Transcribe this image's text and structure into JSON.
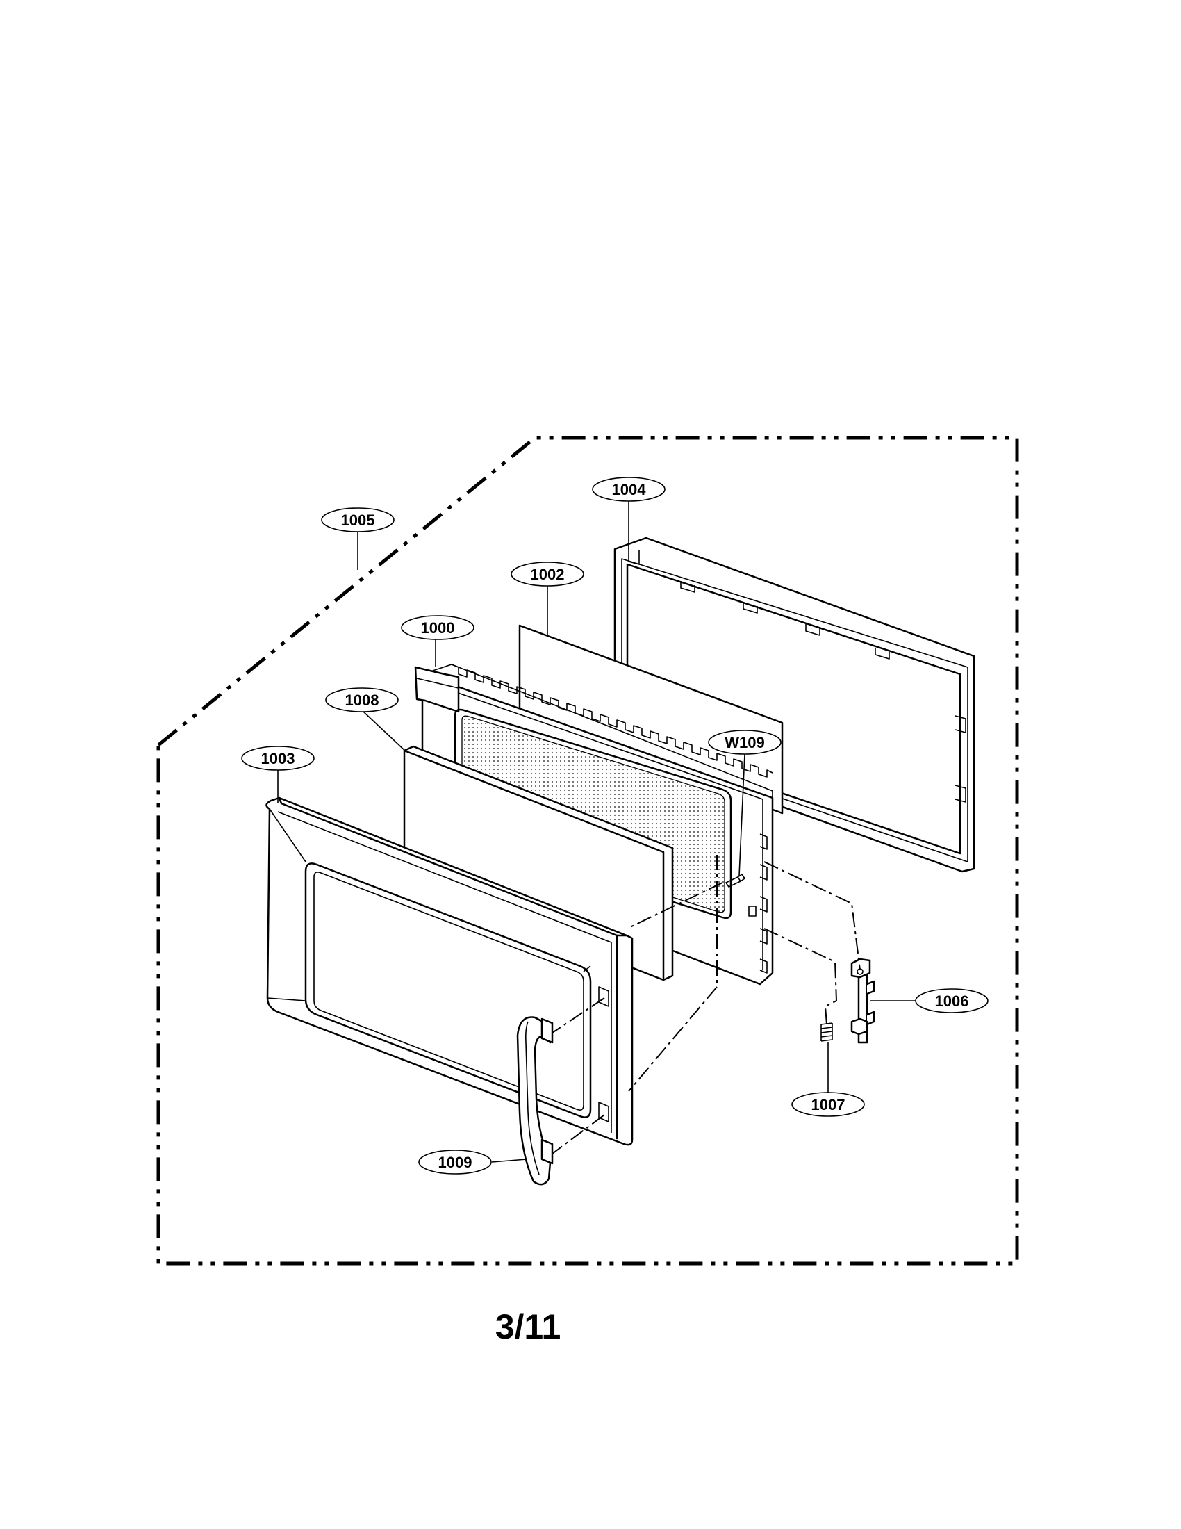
{
  "labels": {
    "p1000": "1000",
    "p1002": "1002",
    "p1003": "1003",
    "p1004": "1004",
    "p1005": "1005",
    "p1006": "1006",
    "p1007": "1007",
    "p1008": "1008",
    "p1009": "1009",
    "w109": "W109"
  },
  "page_number": "3/11"
}
